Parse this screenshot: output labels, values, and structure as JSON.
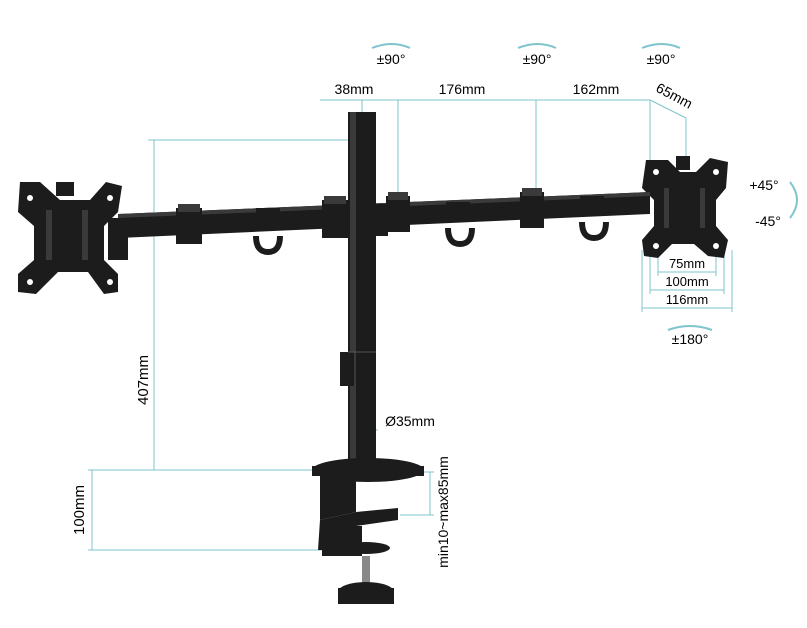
{
  "dimensions": {
    "arm_offset": "38mm",
    "arm_segment_1": "176mm",
    "arm_segment_2": "162mm",
    "head_depth": "65mm",
    "pole_height": "407mm",
    "pole_diameter": "Ø35mm",
    "clamp_height": "100mm",
    "clamp_range": "min10~max85mm",
    "vesa_75": "75mm",
    "vesa_100": "100mm",
    "plate_width": "116mm"
  },
  "rotations": {
    "joint_1": "±90°",
    "joint_2": "±90°",
    "joint_3": "±90°",
    "tilt_up": "+45°",
    "tilt_down": "-45°",
    "rotate": "±180°"
  },
  "colors": {
    "metal": "#1c1c1c",
    "metal_highlight": "#3a3a3a",
    "dimension_line": "#7fc4cf"
  }
}
